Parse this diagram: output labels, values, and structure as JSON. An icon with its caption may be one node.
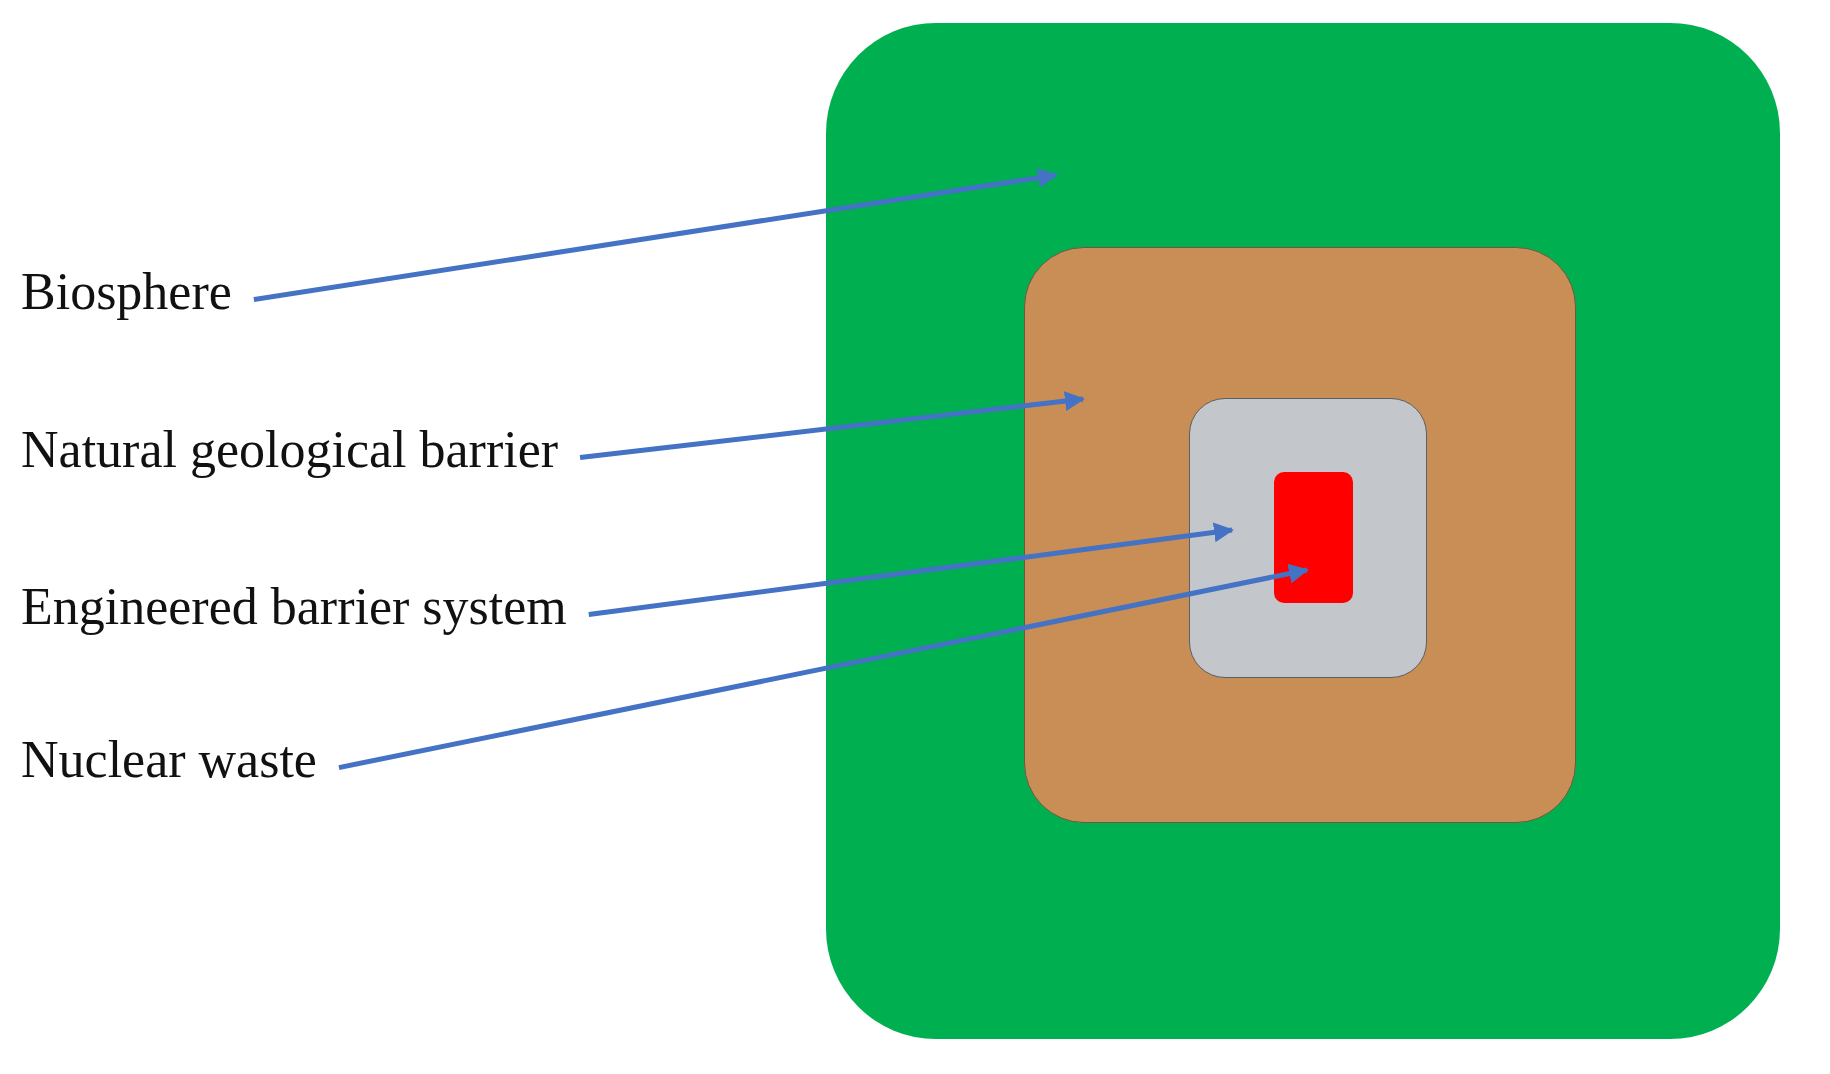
{
  "diagram": {
    "nodes": [
      {
        "text": [],
        "shape": "box"
      },
      {
        "text": [],
        "shape": "box",
        "in": 0
      },
      {
        "text": [],
        "shape": "box",
        "in": 1
      },
      {
        "text": [],
        "shape": "box",
        "in": 2
      },
      {
        "text": [
          "Biosphere"
        ]
      },
      {
        "text": [
          "Natural geological barrier"
        ]
      },
      {
        "text": [
          "Engineered barrier system"
        ]
      },
      {
        "text": [
          "Nuclear waste"
        ]
      }
    ],
    "edges": [
      {
        "from": 4,
        "to": 0,
        "arrow": "to"
      },
      {
        "from": 5,
        "to": 1,
        "arrow": "to"
      },
      {
        "from": 6,
        "to": 2,
        "arrow": "to"
      },
      {
        "from": 7,
        "to": 3,
        "arrow": "to"
      }
    ]
  }
}
